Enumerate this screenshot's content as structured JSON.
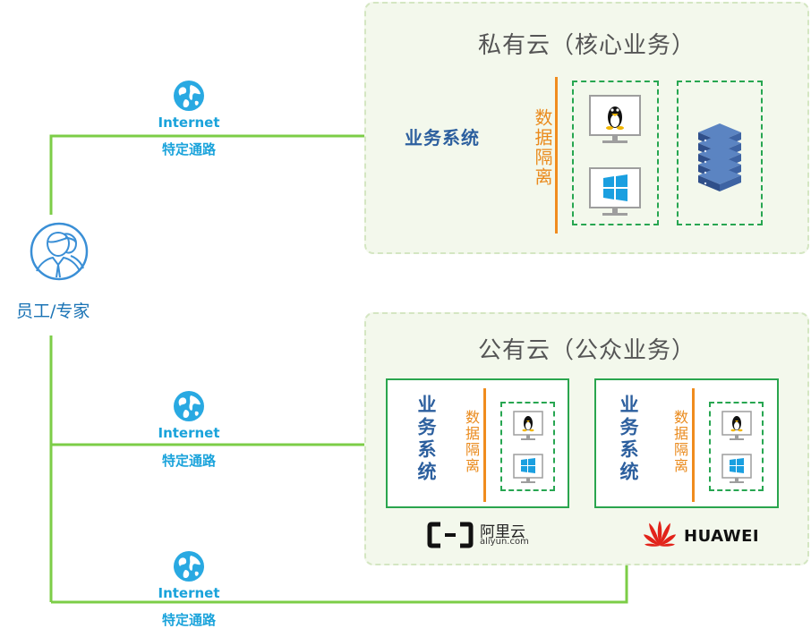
{
  "private_cloud": {
    "title": "私有云（核心业务）",
    "business_system": "业务系统",
    "isolation": "数据隔离"
  },
  "public_cloud": {
    "title": "公有云（公众业务）",
    "aliyun_box": {
      "business_system": "业务系统",
      "isolation": "数据隔离"
    },
    "huawei_box": {
      "business_system": "业务系统",
      "isolation": "数据隔离"
    },
    "aliyun_logo": {
      "name": "阿里云",
      "domain": "aliyun.com"
    },
    "huawei_logo": {
      "name": "HUAWEI"
    }
  },
  "user": {
    "label": "员工/专家"
  },
  "connections": [
    {
      "internet": "Internet",
      "route": "特定通路"
    },
    {
      "internet": "Internet",
      "route": "特定通路"
    },
    {
      "internet": "Internet",
      "route": "特定通路"
    }
  ],
  "colors": {
    "line": "#7ccd47",
    "panel_bg": "#f3f8ec",
    "panel_border": "#d4e6c2",
    "isolation_orange": "#ea8a1c",
    "box_green": "#2aa54e",
    "text_blue": "#2c5f9e",
    "internet_blue": "#1aa3db",
    "huawei_red": "#e2231a"
  },
  "icons": [
    "globe-icon",
    "user-group-icon",
    "linux-monitor-icon",
    "windows-monitor-icon",
    "server-stack-icon",
    "aliyun-logo-icon",
    "huawei-logo-icon"
  ]
}
